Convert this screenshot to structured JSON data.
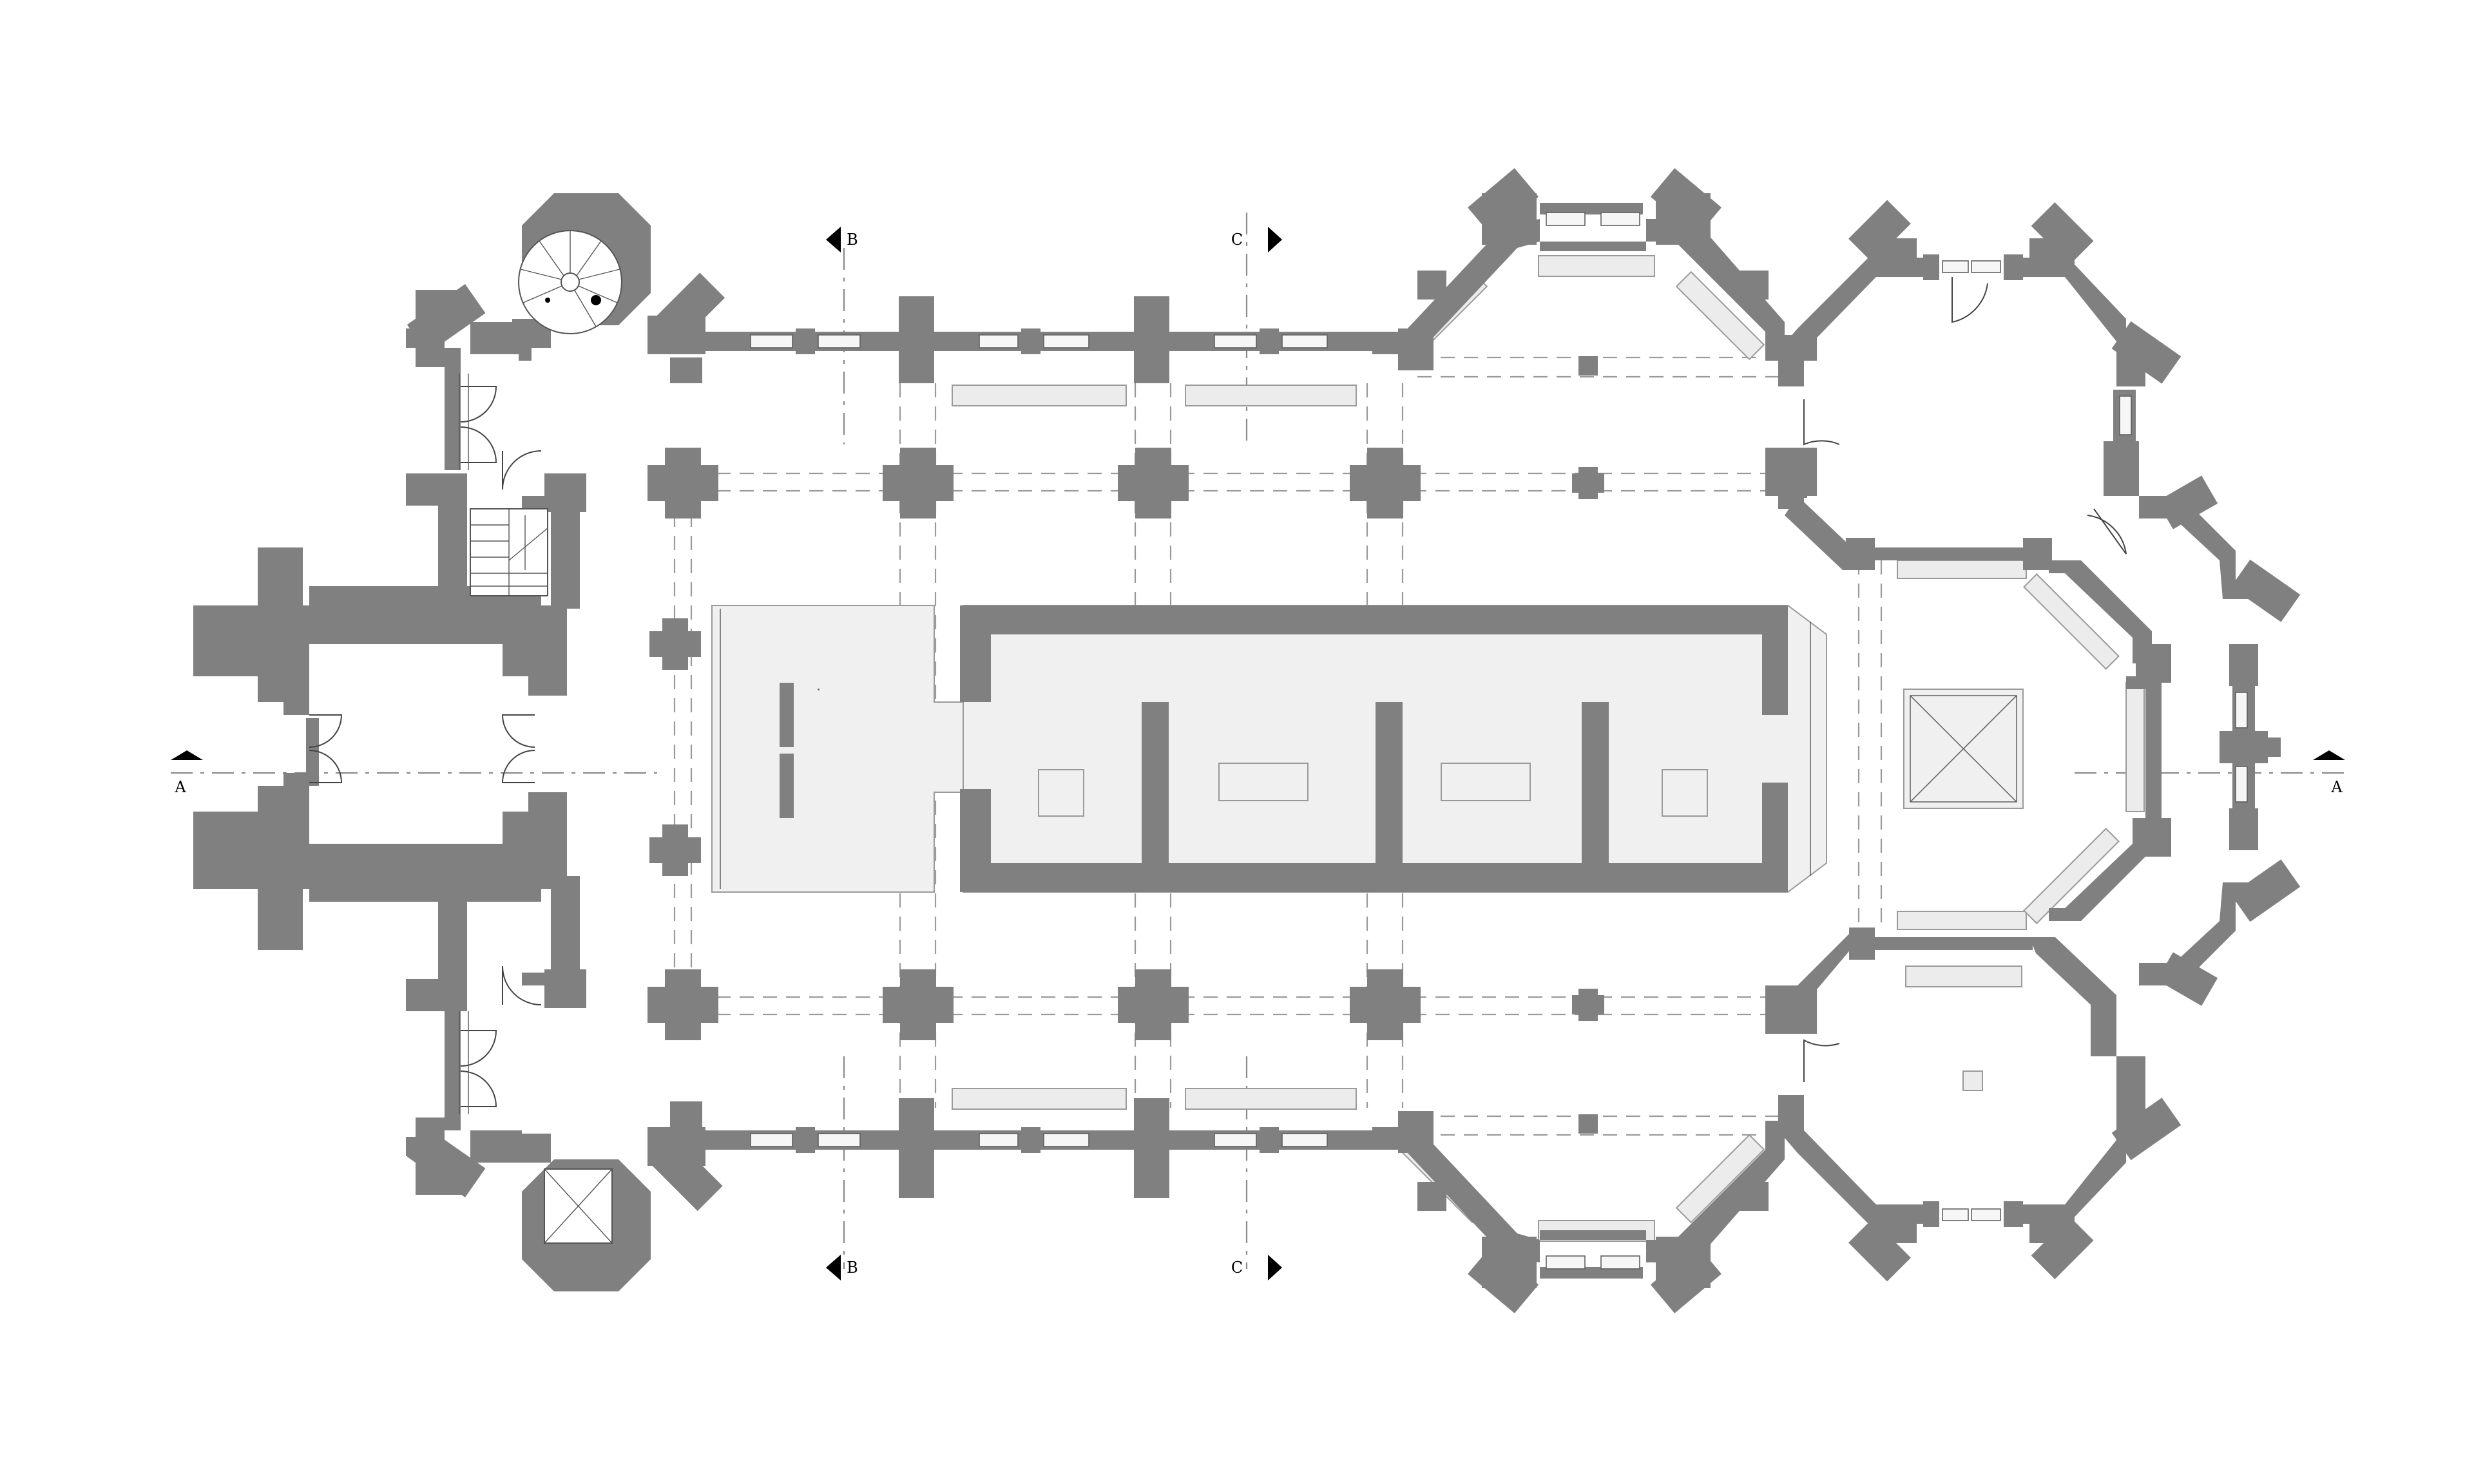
{
  "section_labels": {
    "a_left": "A",
    "a_right": "A",
    "b_top": "B",
    "b_bottom": "B",
    "c_top": "C",
    "c_bottom": "C"
  },
  "colors": {
    "wall": "#808080",
    "floor": "#f0f0f0",
    "background": "#ffffff"
  }
}
